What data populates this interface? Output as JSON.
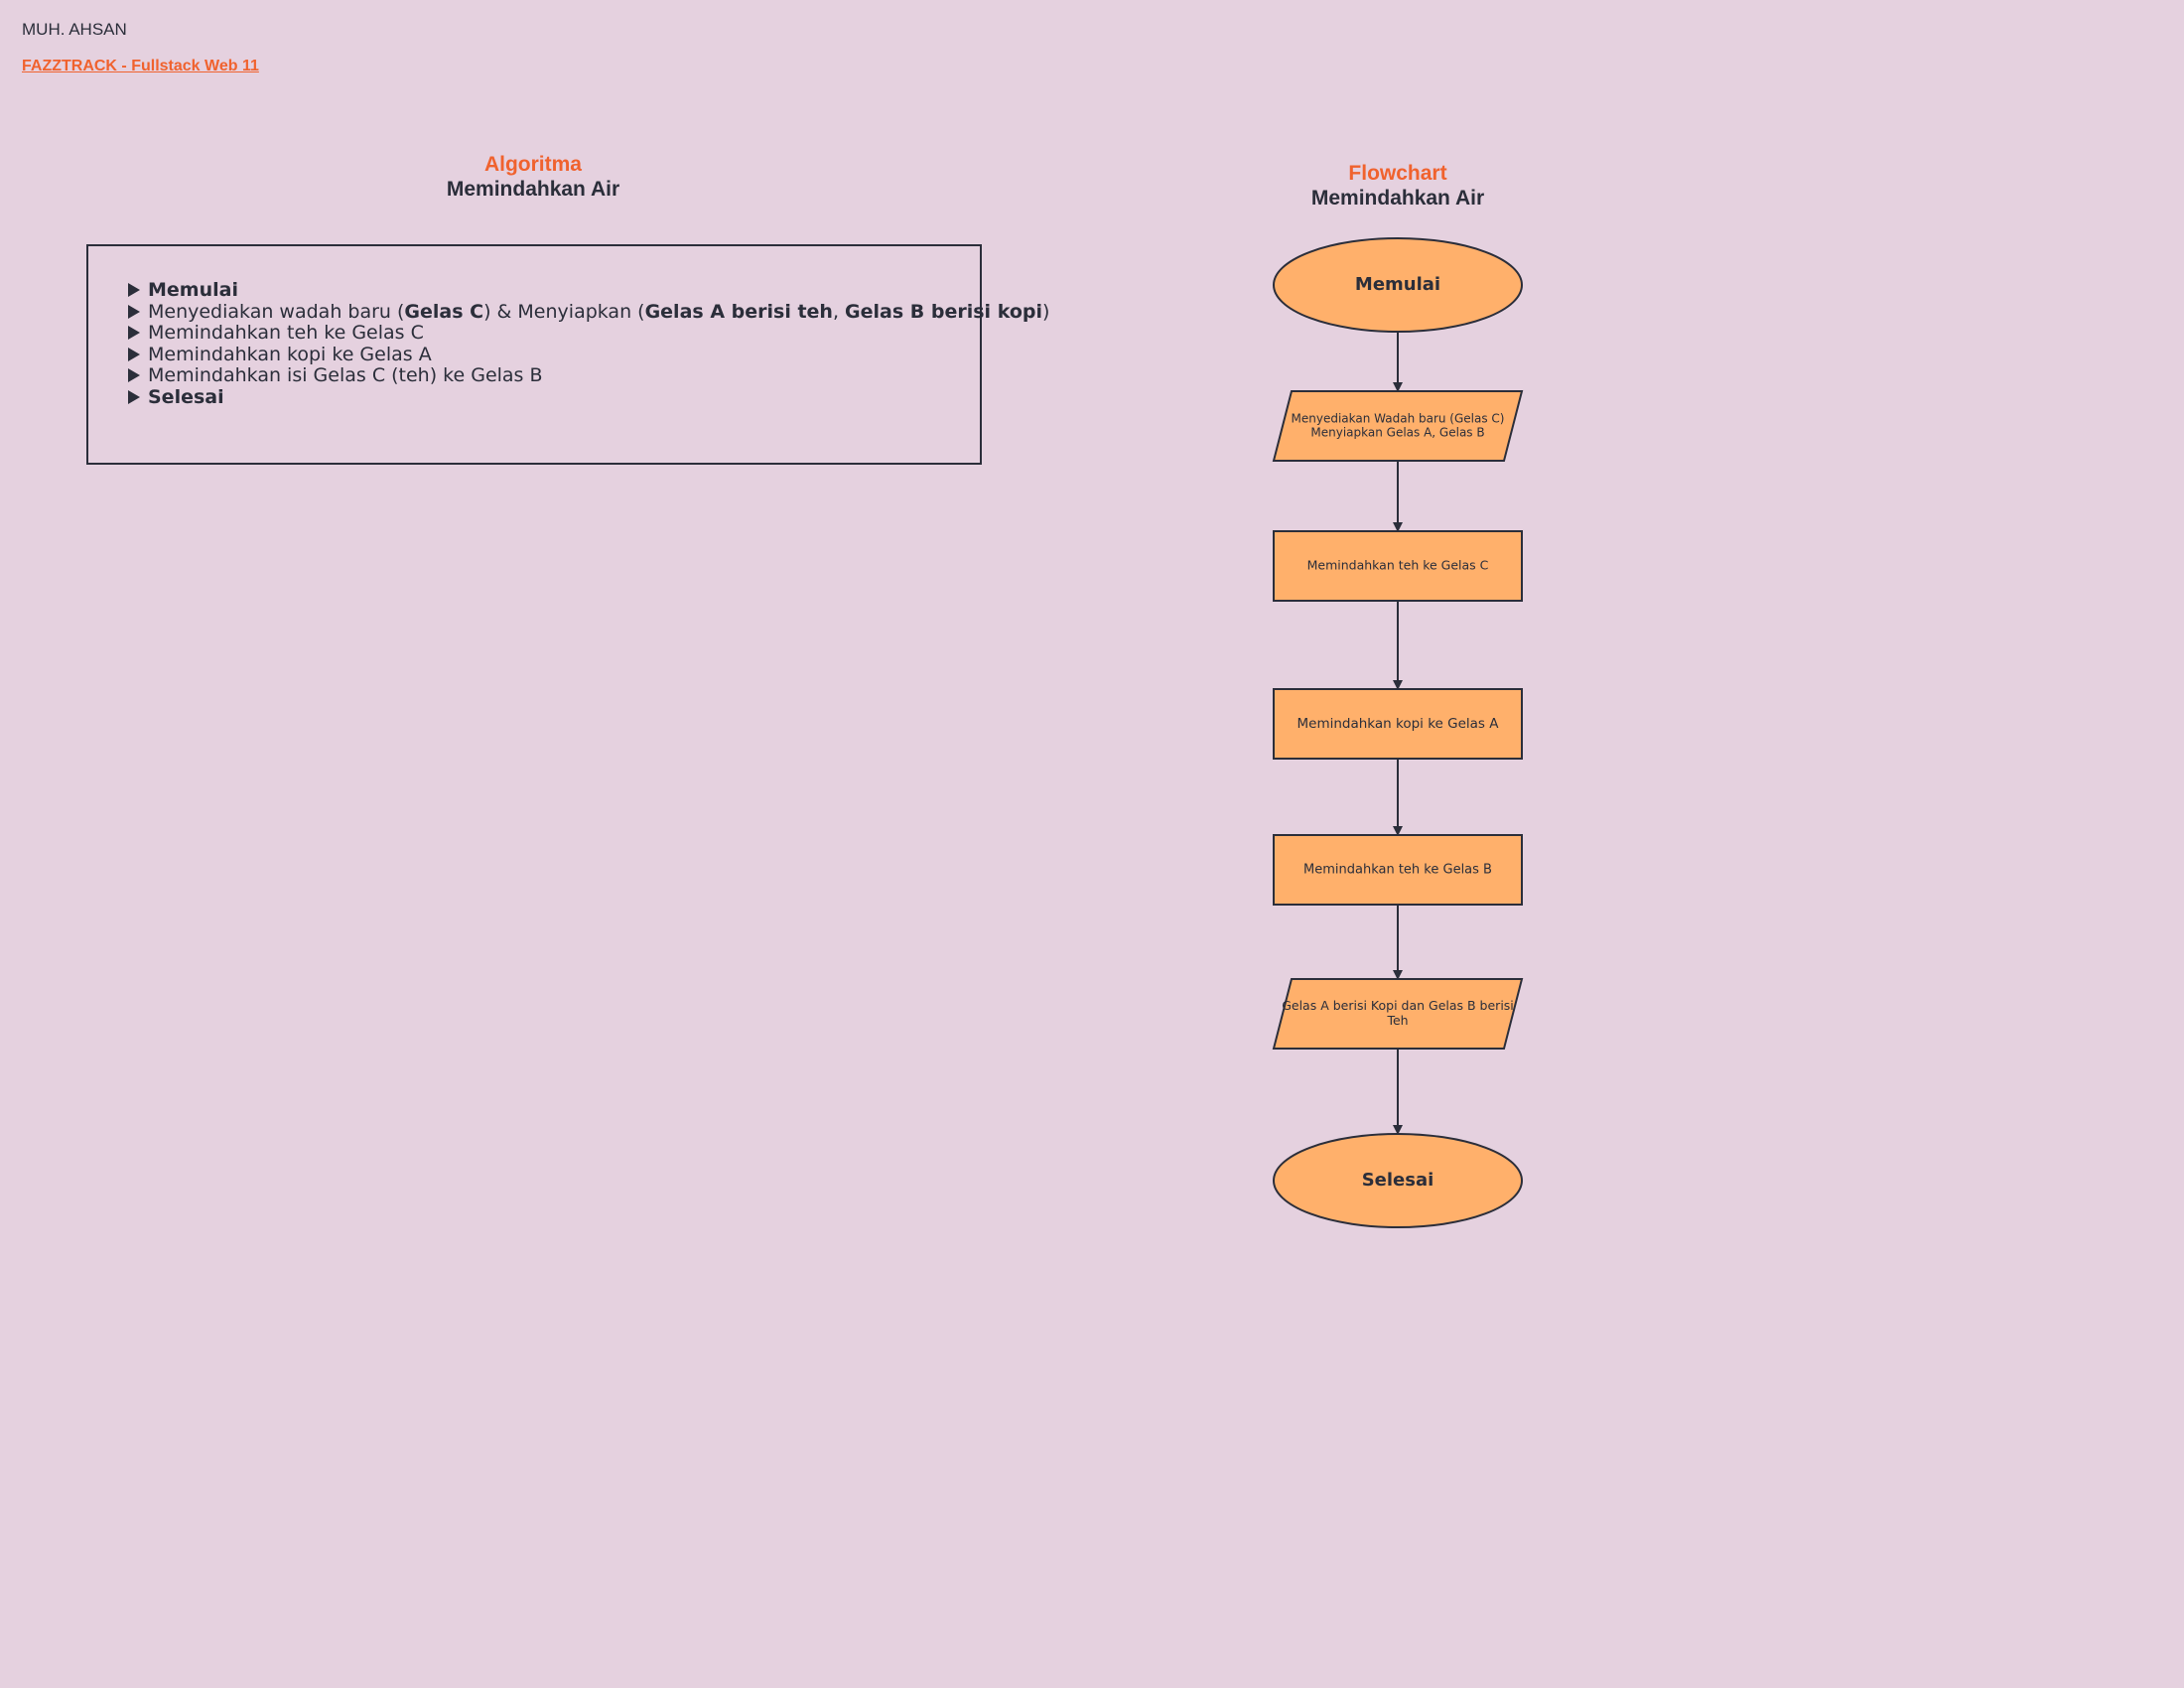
{
  "header": {
    "author": "MUH. AHSAN",
    "course": "FAZZTRACK - Fullstack Web 11"
  },
  "algorithm": {
    "heading": "Algoritma",
    "subject": "Memindahkan Air",
    "steps": [
      {
        "parts": [
          {
            "text": "Memulai",
            "bold": true
          }
        ]
      },
      {
        "parts": [
          {
            "text": "Menyediakan wadah baru (",
            "bold": false
          },
          {
            "text": "Gelas C",
            "bold": true
          },
          {
            "text": ") & Menyiapkan (",
            "bold": false
          },
          {
            "text": "Gelas A berisi teh",
            "bold": true
          },
          {
            "text": ", ",
            "bold": false
          },
          {
            "text": "Gelas B berisi kopi",
            "bold": true
          },
          {
            "text": ")",
            "bold": false
          }
        ]
      },
      {
        "parts": [
          {
            "text": "Memindahkan teh ke Gelas C",
            "bold": false
          }
        ]
      },
      {
        "parts": [
          {
            "text": "Memindahkan kopi ke Gelas A",
            "bold": false
          }
        ]
      },
      {
        "parts": [
          {
            "text": "Memindahkan isi Gelas C (teh) ke Gelas B",
            "bold": false
          }
        ]
      },
      {
        "parts": [
          {
            "text": "Selesai",
            "bold": true
          }
        ]
      }
    ]
  },
  "flowchart": {
    "heading": "Flowchart",
    "subject": "Memindahkan Air",
    "colors": {
      "fill": "#ffb06b",
      "stroke": "#2b2e3a"
    },
    "nodes": [
      {
        "id": "start",
        "shape": "terminator",
        "lines": [
          "Memulai"
        ]
      },
      {
        "id": "prepare",
        "shape": "io",
        "lines": [
          "Menyediakan Wadah baru (Gelas C)",
          "Menyiapkan Gelas A, Gelas B"
        ]
      },
      {
        "id": "teh-to-c",
        "shape": "process",
        "lines": [
          "Memindahkan teh ke Gelas C"
        ]
      },
      {
        "id": "kopi-to-a",
        "shape": "process",
        "lines": [
          "Memindahkan kopi ke Gelas A"
        ]
      },
      {
        "id": "teh-to-b",
        "shape": "process",
        "lines": [
          "Memindahkan teh ke Gelas B"
        ]
      },
      {
        "id": "result",
        "shape": "io",
        "lines": [
          "Gelas A berisi Kopi dan Gelas B berisi",
          "Teh"
        ]
      },
      {
        "id": "end",
        "shape": "terminator",
        "lines": [
          "Selesai"
        ]
      }
    ],
    "edges": [
      {
        "from": "start",
        "to": "prepare"
      },
      {
        "from": "prepare",
        "to": "teh-to-c"
      },
      {
        "from": "teh-to-c",
        "to": "kopi-to-a"
      },
      {
        "from": "kopi-to-a",
        "to": "teh-to-b"
      },
      {
        "from": "teh-to-b",
        "to": "result"
      },
      {
        "from": "result",
        "to": "end"
      }
    ]
  }
}
